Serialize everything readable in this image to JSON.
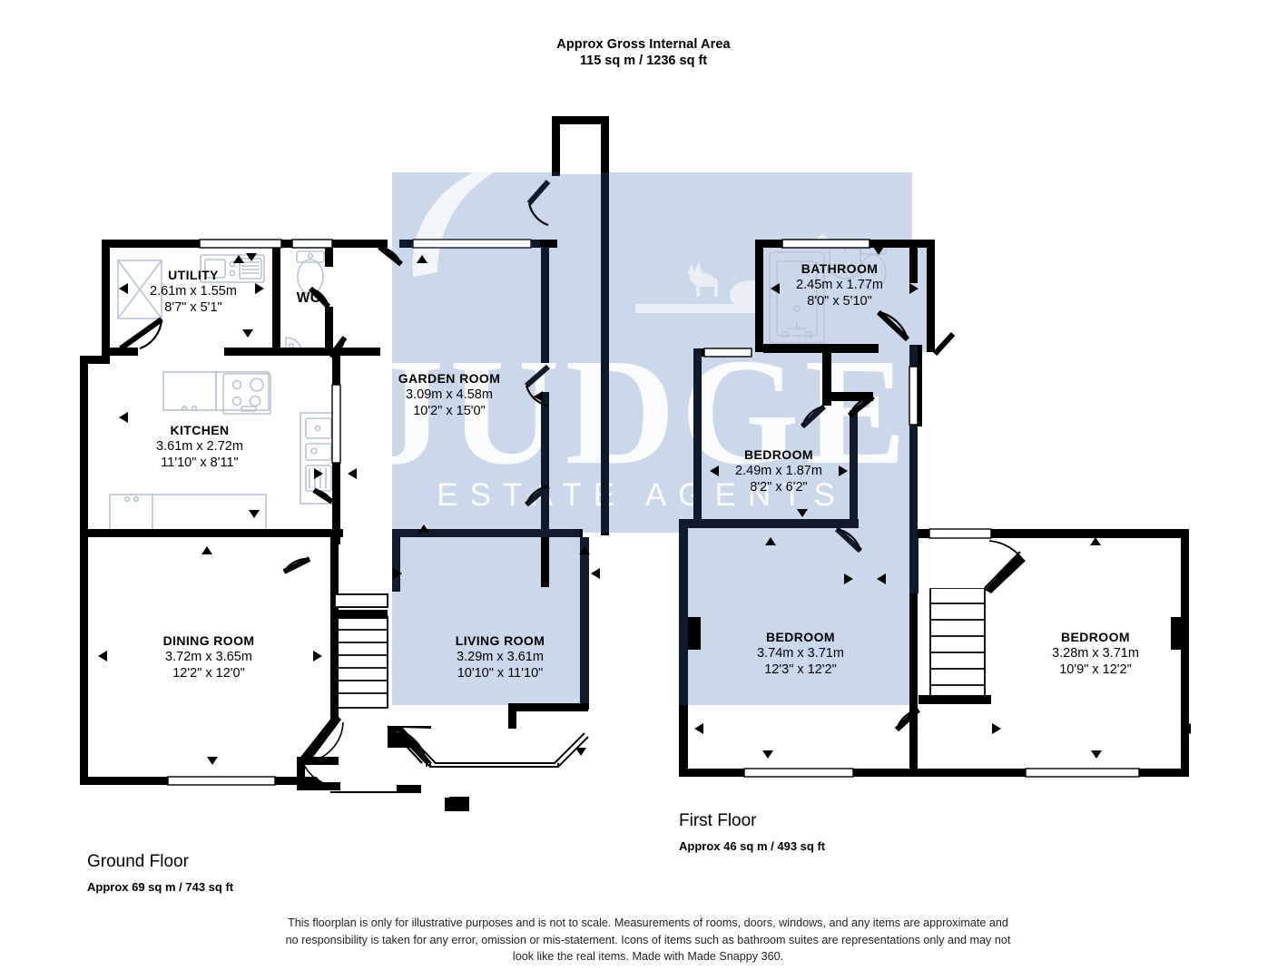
{
  "header": {
    "title": "Approx Gross Internal Area",
    "area": "115 sq m / 1236 sq ft"
  },
  "watermark": {
    "brand": "JUDGE",
    "tagline": "ESTATE AGENTS",
    "logo_icon": "house-deer-tree-logo"
  },
  "colors": {
    "wall": "#000000",
    "wall_dark": "#101a2b",
    "highlight_fill": "#cbd8ec",
    "fixture_line": "#b9c3d4",
    "text": "#000000"
  },
  "floors": [
    {
      "id": "ground",
      "name": "Ground Floor",
      "area": "Approx 69 sq m / 743 sq ft",
      "rooms": [
        {
          "id": "utility",
          "name": "UTILITY",
          "metric": "2.61m x 1.55m",
          "imperial": "8'7\" x 5'1\""
        },
        {
          "id": "wc",
          "name": "WC",
          "metric": "",
          "imperial": ""
        },
        {
          "id": "kitchen",
          "name": "KITCHEN",
          "metric": "3.61m x 2.72m",
          "imperial": "11'10\" x 8'11\""
        },
        {
          "id": "garden-room",
          "name": "GARDEN ROOM",
          "metric": "3.09m x 4.58m",
          "imperial": "10'2\" x 15'0\""
        },
        {
          "id": "dining-room",
          "name": "DINING ROOM",
          "metric": "3.72m x 3.65m",
          "imperial": "12'2\" x 12'0\""
        },
        {
          "id": "living-room",
          "name": "LIVING ROOM",
          "metric": "3.29m x 3.61m",
          "imperial": "10'10\" x 11'10\""
        }
      ]
    },
    {
      "id": "first",
      "name": "First Floor",
      "area": "Approx 46 sq m / 493 sq ft",
      "rooms": [
        {
          "id": "bathroom",
          "name": "BATHROOM",
          "metric": "2.45m x 1.77m",
          "imperial": "8'0\" x 5'10\""
        },
        {
          "id": "bedroom-3",
          "name": "BEDROOM",
          "metric": "2.49m x 1.87m",
          "imperial": "8'2\" x 6'2\""
        },
        {
          "id": "bedroom-1",
          "name": "BEDROOM",
          "metric": "3.74m x 3.71m",
          "imperial": "12'3\" x 12'2\""
        },
        {
          "id": "bedroom-2",
          "name": "BEDROOM",
          "metric": "3.28m x 3.71m",
          "imperial": "10'9\" x 12'2\""
        }
      ]
    }
  ],
  "disclaimer": "This floorplan is only for illustrative purposes and is not to scale. Measurements of rooms, doors, windows, and any items are approximate and no responsibility is taken for any error, omission or mis-statement. Icons of items such as bathroom suites are representations only and may not look like the real items. Made with Made Snappy 360."
}
